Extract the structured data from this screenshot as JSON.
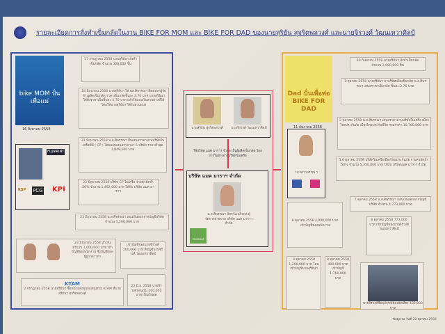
{
  "title": "รายละเอียดการสั่งทำเข็มกลัดในงาน BIKE FOR MOM และ BIKE FOR DAD ของนายสุริยัน สุจริตพลวงศ์ และนายจิรวงศ์ วัฒนเทวาศิลป์",
  "colors": {
    "mom_frame": "#3a4ea0",
    "center_frame": "#d9435a",
    "dad_frame": "#e6ad48",
    "arrow": "#d8374d"
  },
  "mom": {
    "logo_text": "bike MOM ปั่นเพื่อแม่",
    "date": "16 สิงหาคม 2558",
    "boxes": [
      "17 กรกฎาคม 2558 นายสุริยันฯ สั่งทำเข็มกลัด จำนวน 300,000 ชิ้น",
      "18 มิถุนายน 2558 นายสุริยันฯ ให้ นส.ศิพรรณฯ ติดต่อหาผู้รับจ้างผลิตเข็มกลัด ราคาเข็มกลัดชิ้นละ 3.70 บาท นายสุริยันฯ ให้ตั้งราคาเป็นชิ้นละ 5.70 บาท แล้วให้แบ่งเงินส่วนต่างที่ได้ โดยให้นายสุริยันฯ ได้รับส่วนแบ่ง",
      "22 มิถุนายน 2558 น.ส.ศิพรรณฯ ยื่นเสนอราคาผ่านบริษัทในเครือซีพี ( CP ) โดยมอบเสนอราคามา 5 บริษัท ราคาต่ำสุด 3,049,500 บาท",
      "22 มิถุนายน 2558 บริษัท CP ในเครือ จ่ายค่ามัดจำ 50% จำนวน 1,492,000 บาท ให้กับ บริษัท แมค มาราฯ",
      "23 มิถุนายน 2558 น.ส.ศิพรรณฯ ถอนเงินออกจากบัญชีบริษัท จำนวน 1,200,000 บาท",
      "23 มิถุนายน 2558 นำเงิน จำนวน 1,000,000 บาท เข้าบัญชีของพนักงาน ซึ่งบัญชีของผู้ถูกกล่าวหา",
      "เข้าบัญชีของนายจิรวงศ์ 200,000 บาท ที่บัญชีนายจิรวงศ์ วัฒนเทวาศิลป์",
      "2 กรกฎาคม 2558 นายสุริยันฯ ซื้อหน่วยลงทุนกองทุนรวม KTAM ที่นายสุริยันฯ สุจริตพลวงศ์",
      "23 มิ.ย. 2558 นายจิรวงศ์ถอนเงิน 200,000 บาท เป็นเงินสด"
    ],
    "companies": [
      "FUJIPRINT",
      "KSP",
      "PCG",
      "KPI"
    ],
    "ktam": "KTAM"
  },
  "center": {
    "suspect1": "นายสุริยัน สุจริตพลวงศ์",
    "suspect2": "นายจิรวงศ์ วัฒนเทวาศิลป์",
    "note": "ใช้บริษัท แมค มาราฯ จำกัด เป็นผู้ผลิตเข็มกลัด โดยการรับจ้างจากบริษัทในเครือ",
    "company": "บริษัท แมค มาราฯ จำกัด",
    "person": "น.ส.ศิพรรณฯ อัครวัฒนกิจกุล ผู้จัดการฝ่ายขาย บริษัท แมค มาราฯ จำกัด",
    "logo": "PREMIUM"
  },
  "dad": {
    "logo_text": "Dad ปั่นเพื่อพ่อ BIKE FOR DAD",
    "date": "11 ธันวาคม 2558",
    "woman_caption": "นางสาวพรรณ ฯ",
    "boxes": [
      "30 กันยายน 2558 นายสุริยันฯ สั่งทำเข็มกลัดจำนวน 2,000,000 ชิ้น",
      "1 ตุลาคม 2558 นายสุริยันฯ มาบริษัทผลิตเข็มกลัด น.ส.ศิพรรณฯ เสนอราคาเข็มกลัด ชิ้นละ 2.75 บาท",
      "2 ตุลาคม 2558 น.ส.ศิพรรณฯ เสนอราคาผ่านบริษัทในเครือ เมืองไทยประกันภัย เมืองไทยประกันชีวิต รวมราคา 10,700,000 บาท",
      "5,6 ตุลาคม 2558 บริษัทในเครือเมืองไทยประกันภัย จ่ายค่ามัดจำ 50% จำนวน 5,350,000 บาท ให้กับ บริษัทแมค มาราฯ จำกัด",
      "7 ตุลาคม 2558 น.ส.ศิพรรณฯ ถอนเงินออกจากบัญชีบริษัท จำนวน 4,773,000 บาท",
      "8 ตุลาคม 2558 4,000,000 บาท เข้าบัญชีของพนักงาน",
      "8 ตุลาคม 2558 773,000 บาท เข้าบัญชีของนายจิรวงศ์ วัฒนเทวาศิลป์",
      "8 ตุลาคม 2558 1,200,000 บาท โอนเข้าบัญชีนายสุริยันฯ",
      "8 ตุลาคม 2558 400,000 บาท เข้าบัญชี 1,750,000 บาท",
      "นายจิรวงศ์ซื้ออุปกรณ์ห้องอัดเสียง 102,800 บาท"
    ]
  },
  "footer": "ข้อมูล ณ วันที่ 28 ตุลาคม 2558"
}
